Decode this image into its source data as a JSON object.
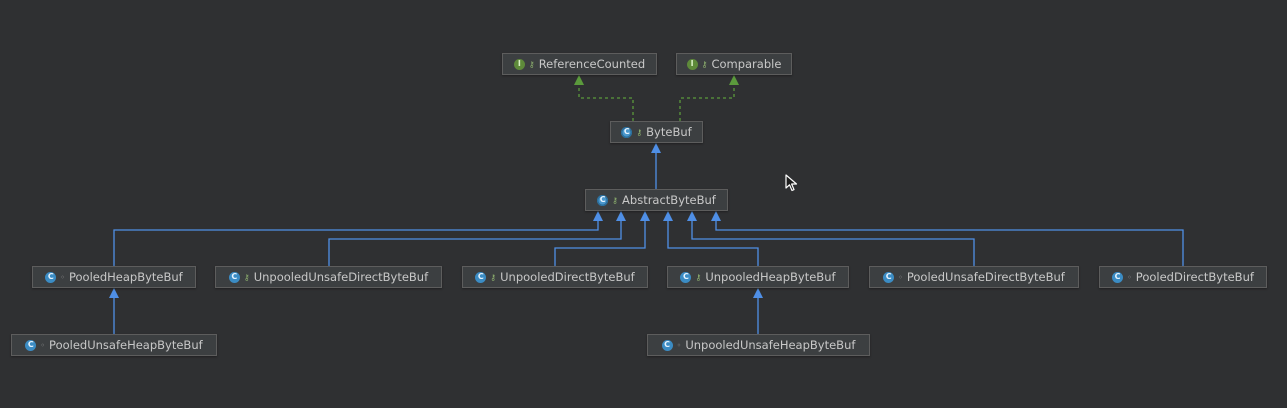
{
  "diagram": {
    "nodes": [
      {
        "id": "ReferenceCounted",
        "label": "ReferenceCounted",
        "kind": "interface",
        "visibility": "public"
      },
      {
        "id": "Comparable",
        "label": "Comparable",
        "kind": "interface",
        "visibility": "public"
      },
      {
        "id": "ByteBuf",
        "label": "ByteBuf",
        "kind": "abstract-class",
        "visibility": "public"
      },
      {
        "id": "AbstractByteBuf",
        "label": "AbstractByteBuf",
        "kind": "abstract-class",
        "visibility": "public"
      },
      {
        "id": "PooledHeapByteBuf",
        "label": "PooledHeapByteBuf",
        "kind": "class",
        "visibility": "package"
      },
      {
        "id": "UnpooledUnsafeDirectByteBuf",
        "label": "UnpooledUnsafeDirectByteBuf",
        "kind": "class",
        "visibility": "public"
      },
      {
        "id": "UnpooledDirectByteBuf",
        "label": "UnpooledDirectByteBuf",
        "kind": "class",
        "visibility": "public"
      },
      {
        "id": "UnpooledHeapByteBuf",
        "label": "UnpooledHeapByteBuf",
        "kind": "class",
        "visibility": "public"
      },
      {
        "id": "PooledUnsafeDirectByteBuf",
        "label": "PooledUnsafeDirectByteBuf",
        "kind": "final-class",
        "visibility": "package"
      },
      {
        "id": "PooledDirectByteBuf",
        "label": "PooledDirectByteBuf",
        "kind": "final-class",
        "visibility": "package"
      },
      {
        "id": "PooledUnsafeHeapByteBuf",
        "label": "PooledUnsafeHeapByteBuf",
        "kind": "final-class",
        "visibility": "package"
      },
      {
        "id": "UnpooledUnsafeHeapByteBuf",
        "label": "UnpooledUnsafeHeapByteBuf",
        "kind": "final-class",
        "visibility": "package"
      }
    ],
    "edges": [
      {
        "from": "ByteBuf",
        "to": "ReferenceCounted",
        "type": "implements"
      },
      {
        "from": "ByteBuf",
        "to": "Comparable",
        "type": "implements"
      },
      {
        "from": "AbstractByteBuf",
        "to": "ByteBuf",
        "type": "extends"
      },
      {
        "from": "PooledHeapByteBuf",
        "to": "AbstractByteBuf",
        "type": "extends"
      },
      {
        "from": "UnpooledUnsafeDirectByteBuf",
        "to": "AbstractByteBuf",
        "type": "extends"
      },
      {
        "from": "UnpooledDirectByteBuf",
        "to": "AbstractByteBuf",
        "type": "extends"
      },
      {
        "from": "UnpooledHeapByteBuf",
        "to": "AbstractByteBuf",
        "type": "extends"
      },
      {
        "from": "PooledUnsafeDirectByteBuf",
        "to": "AbstractByteBuf",
        "type": "extends"
      },
      {
        "from": "PooledDirectByteBuf",
        "to": "AbstractByteBuf",
        "type": "extends"
      },
      {
        "from": "PooledUnsafeHeapByteBuf",
        "to": "PooledHeapByteBuf",
        "type": "extends"
      },
      {
        "from": "UnpooledUnsafeHeapByteBuf",
        "to": "UnpooledHeapByteBuf",
        "type": "extends"
      }
    ],
    "icon_letters": {
      "interface": "I",
      "class": "C"
    },
    "colors": {
      "background": "#2f3032",
      "extends_edge": "#4f8fe6",
      "implements_edge": "#5b9a3c",
      "class_icon": "#3b8cc4",
      "interface_icon": "#5e8a3a"
    }
  }
}
